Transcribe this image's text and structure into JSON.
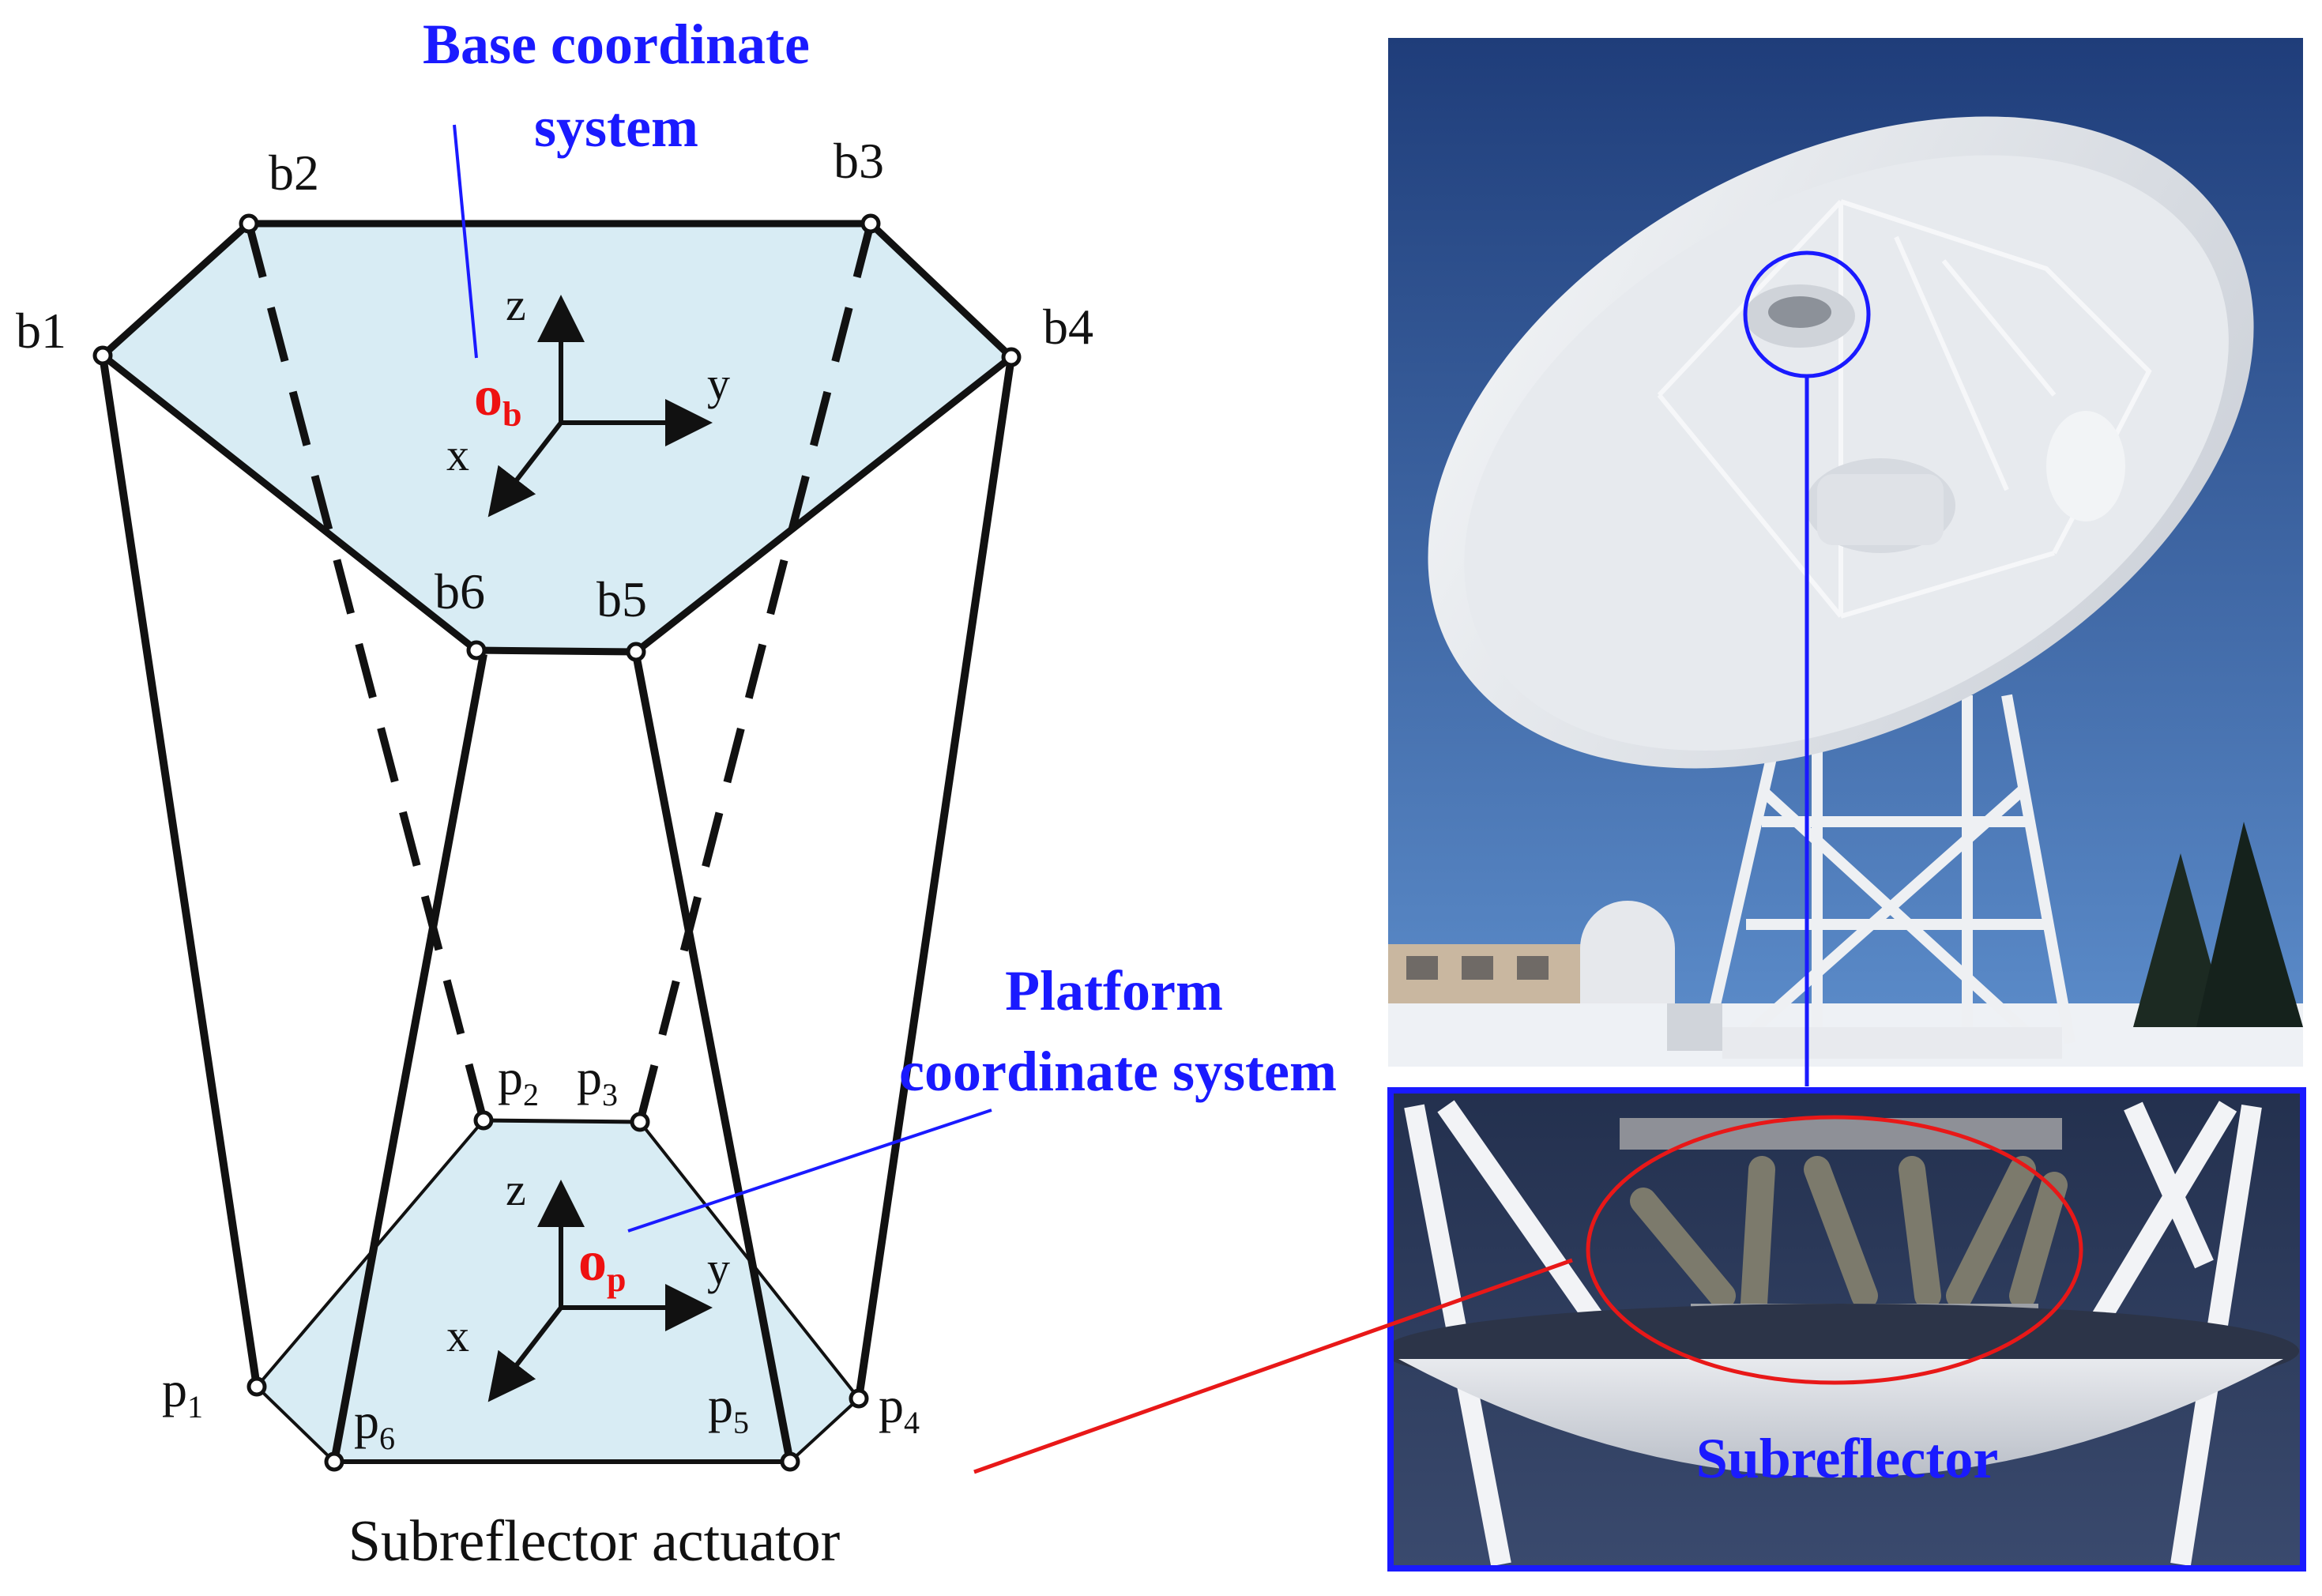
{
  "base_label": {
    "line1": "Base coordinate",
    "line2": "system"
  },
  "platform_label": {
    "line1": "Platform",
    "line2": "coordinate system"
  },
  "base_points": [
    "b1",
    "b2",
    "b3",
    "b4",
    "b5",
    "b6"
  ],
  "platform_points": [
    {
      "main": "p",
      "sub": "1"
    },
    {
      "main": "p",
      "sub": "2"
    },
    {
      "main": "p",
      "sub": "3"
    },
    {
      "main": "p",
      "sub": "4"
    },
    {
      "main": "p",
      "sub": "5"
    },
    {
      "main": "p",
      "sub": "6"
    }
  ],
  "base_axes": {
    "z": "z",
    "y": "y",
    "x": "x",
    "origin_main": "o",
    "origin_sub": "b"
  },
  "platform_axes": {
    "z": "z",
    "y": "y",
    "x": "x",
    "origin_main": "o",
    "origin_sub": "p"
  },
  "caption": "Subreflector actuator",
  "photo_label": "Subreflector",
  "colors": {
    "label_blue": "#1a1aff",
    "origin_red": "#ee1111",
    "base_fill": "#d8ecf4",
    "sky_top": "#1f3d7a",
    "sky_bottom": "#4f80c4",
    "frame_blue": "#1a1aff",
    "ellipse_red": "#e81818"
  }
}
